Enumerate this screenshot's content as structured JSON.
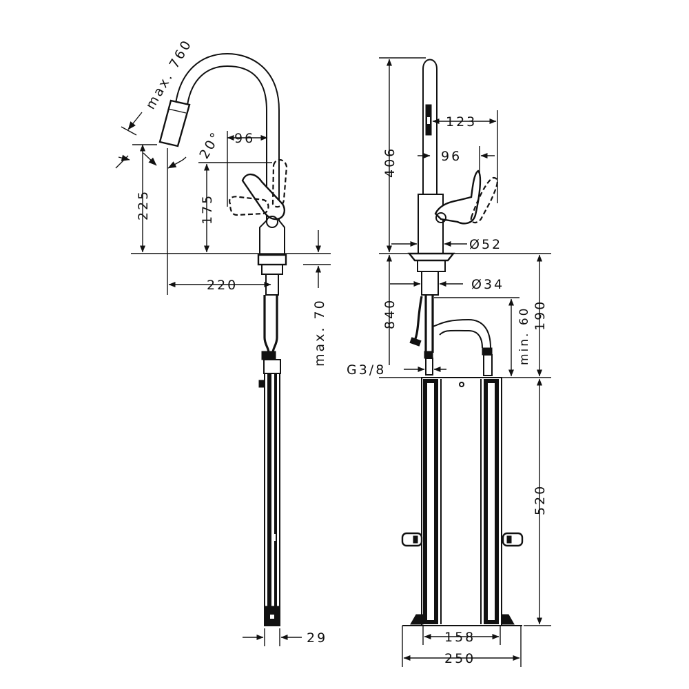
{
  "dimensions": {
    "max_760": "max. 760",
    "angle_20": "20°",
    "d96_left": "96",
    "d225": "225",
    "d175": "175",
    "d220": "220",
    "max_70": "max. 70",
    "d29": "29",
    "d406": "406",
    "d123": "123",
    "d96_right": "96",
    "dia52": "Ø52",
    "dia34": "Ø34",
    "d840": "840",
    "d190": "190",
    "min_60": "min. 60",
    "g38": "G3/8",
    "d520": "520",
    "d158": "158",
    "d250": "250"
  }
}
